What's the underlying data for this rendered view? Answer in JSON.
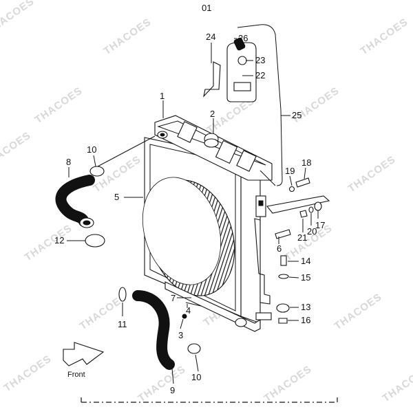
{
  "diagram": {
    "page_label": "01",
    "front_label": "Front",
    "watermark_text": "THACOES",
    "part_numbers": {
      "p1": "1",
      "p2": "2",
      "p3": "3",
      "p4": "4",
      "p5": "5",
      "p6": "6",
      "p7": "7",
      "p8": "8",
      "p9": "9",
      "p10a": "10",
      "p10b": "10",
      "p11": "11",
      "p12": "12",
      "p13": "13",
      "p14": "14",
      "p15": "15",
      "p16": "16",
      "p17": "17",
      "p18": "18",
      "p19": "19",
      "p20": "20",
      "p21": "21",
      "p22": "22",
      "p23": "23",
      "p24": "24",
      "p25": "25",
      "p26": "26"
    }
  }
}
